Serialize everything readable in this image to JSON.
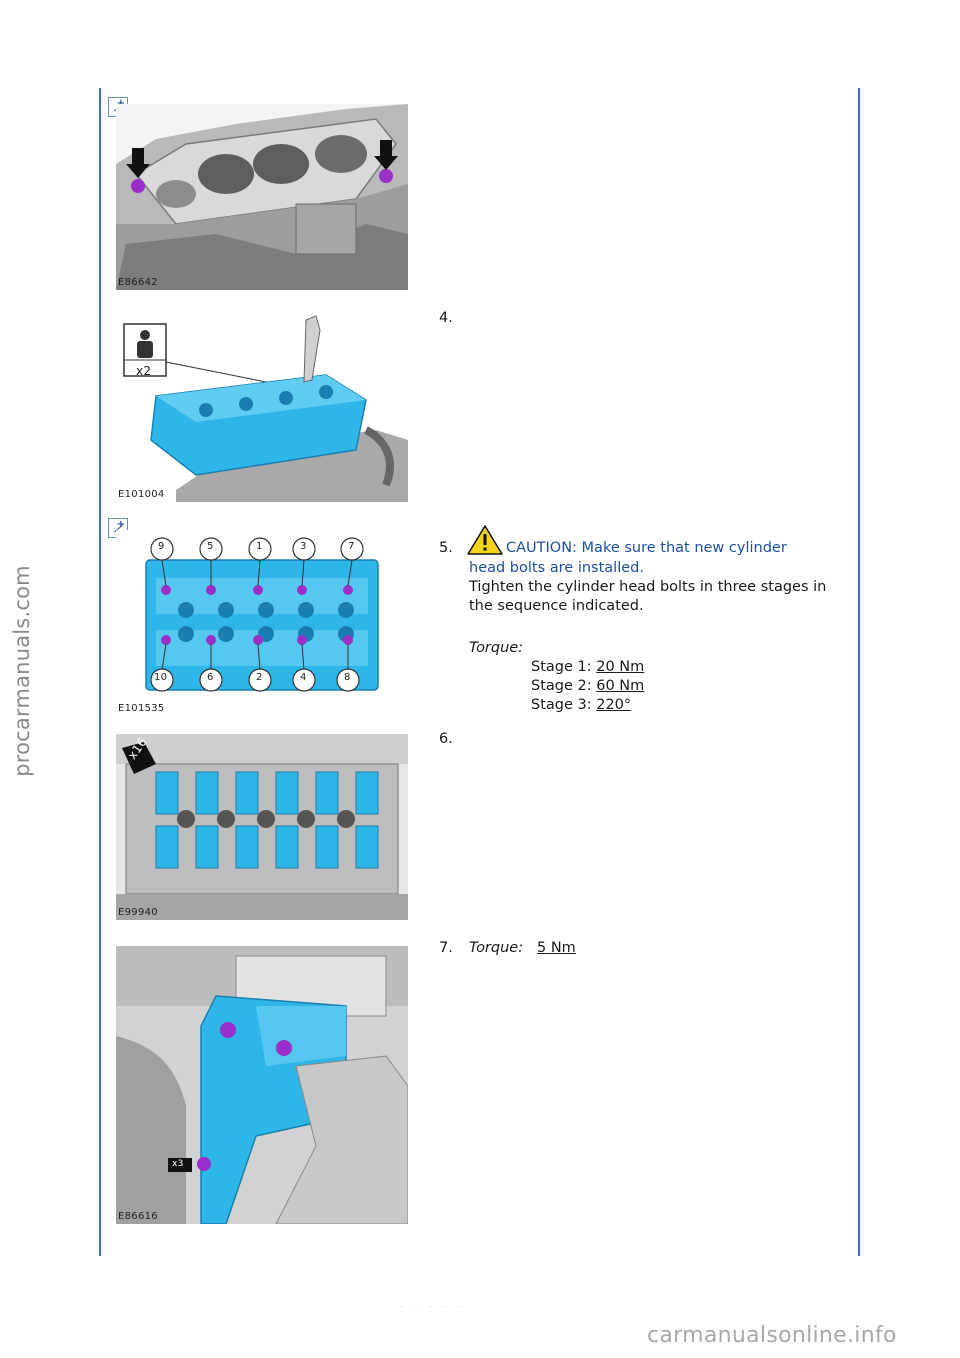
{
  "watermark": {
    "side": "procarmanuals.com",
    "footer": "carmanualsonline.info"
  },
  "page_footer": "· · ·  · ·",
  "figures": {
    "fig1": {
      "code": "E86642"
    },
    "fig2": {
      "code": "E101004",
      "callout": "x2"
    },
    "fig3": {
      "code": "E101535",
      "top_labels": [
        "9",
        "5",
        "1",
        "3",
        "7"
      ],
      "bottom_labels": [
        "10",
        "6",
        "2",
        "4",
        "8"
      ]
    },
    "fig4": {
      "code": "E99940",
      "callout": "x16"
    },
    "fig5": {
      "code": "E86616",
      "callout": "x3"
    }
  },
  "steps": {
    "s4": {
      "num": "4."
    },
    "s5": {
      "num": "5.",
      "caution_line1": "CAUTION: Make sure that new cylinder",
      "caution_line2": "head bolts are installed.",
      "body_line1": "Tighten the cylinder head bolts in three stages in",
      "body_line2": "the sequence indicated.",
      "torque_label": "Torque:",
      "stages": [
        {
          "label": "Stage 1: ",
          "value": "20 Nm"
        },
        {
          "label": "Stage 2: ",
          "value": "60 Nm"
        },
        {
          "label": "Stage 3: ",
          "value": "220°"
        }
      ]
    },
    "s6": {
      "num": "6."
    },
    "s7": {
      "num": "7.",
      "torque_label": "Torque:",
      "torque_value": "5 Nm"
    }
  },
  "colors": {
    "border": "#3b6fcf",
    "caution": "#1d4fa0",
    "part_cyan": "#2fb6e8",
    "bolt_purple": "#9b2fc9"
  }
}
